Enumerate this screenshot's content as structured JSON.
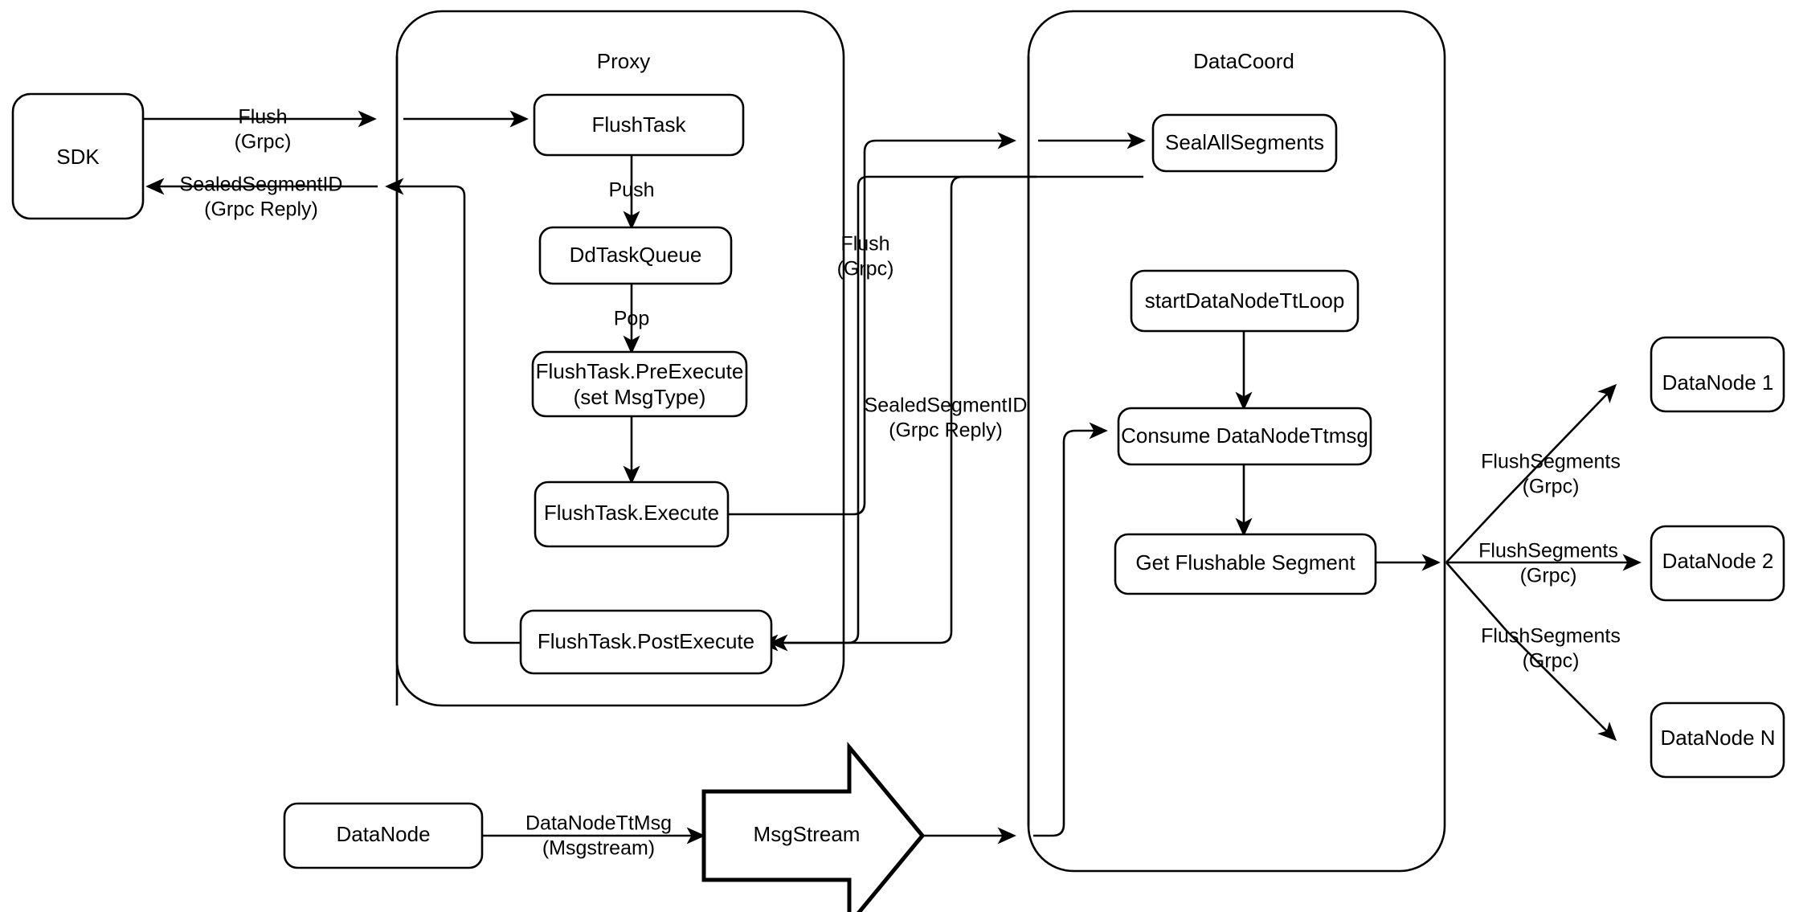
{
  "diagram": {
    "title": "Milvus Flush Sequence Architecture",
    "background": "#ffffff",
    "stroke": "#000000"
  },
  "containers": {
    "proxy": {
      "label": "Proxy"
    },
    "datacoord": {
      "label": "DataCoord"
    }
  },
  "nodes": {
    "sdk": {
      "label": "SDK"
    },
    "flush_task": {
      "label": "FlushTask"
    },
    "dd_task_queue": {
      "label": "DdTaskQueue"
    },
    "pre_execute_line1": {
      "label": "FlushTask.PreExecute"
    },
    "pre_execute_line2": {
      "label": "(set MsgType)"
    },
    "execute": {
      "label": "FlushTask.Execute"
    },
    "post_execute": {
      "label": "FlushTask.PostExecute"
    },
    "seal_all_segments": {
      "label": "SealAllSegments"
    },
    "start_tt_loop": {
      "label": "startDataNodeTtLoop"
    },
    "consume_ttmsg": {
      "label": "Consume DataNodeTtmsg"
    },
    "get_flushable_segment": {
      "label": "Get Flushable Segment"
    },
    "datanode_source": {
      "label": "DataNode"
    },
    "msgstream": {
      "label": "MsgStream"
    },
    "datanode_1": {
      "label": "DataNode 1"
    },
    "datanode_2": {
      "label": "DataNode 2"
    },
    "datanode_n": {
      "label": "DataNode N"
    }
  },
  "edge_labels": {
    "sdk_to_proxy_line1": {
      "label": "Flush"
    },
    "sdk_to_proxy_line2": {
      "label": "(Grpc)"
    },
    "proxy_to_sdk_line1": {
      "label": "SealedSegmentID"
    },
    "proxy_to_sdk_line2": {
      "label": "(Grpc Reply)"
    },
    "push": {
      "label": "Push"
    },
    "pop": {
      "label": "Pop"
    },
    "proxy_to_datacoord_line1": {
      "label": "Flush"
    },
    "proxy_to_datacoord_line2": {
      "label": "(Grpc)"
    },
    "datacoord_to_proxy_line1": {
      "label": "SealedSegmentID"
    },
    "datacoord_to_proxy_line2": {
      "label": "(Grpc Reply)"
    },
    "datanode_ttmsg_line1": {
      "label": "DataNodeTtMsg"
    },
    "datanode_ttmsg_line2": {
      "label": "(Msgstream)"
    },
    "flush_segments_1_line1": {
      "label": "FlushSegments"
    },
    "flush_segments_1_line2": {
      "label": "(Grpc)"
    },
    "flush_segments_2_line1": {
      "label": "FlushSegments"
    },
    "flush_segments_2_line2": {
      "label": "(Grpc)"
    },
    "flush_segments_n_line1": {
      "label": "FlushSegments"
    },
    "flush_segments_n_line2": {
      "label": "(Grpc)"
    }
  }
}
